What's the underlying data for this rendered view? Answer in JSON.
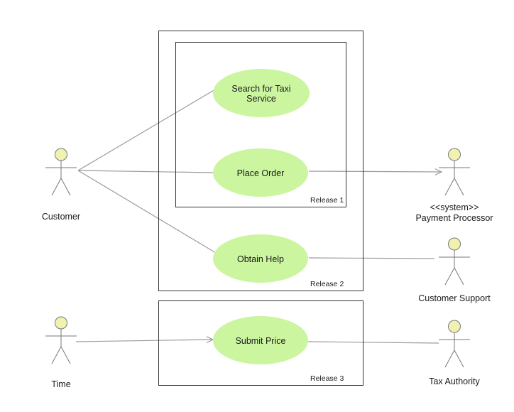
{
  "colors": {
    "usecase_fill": "#ccf5a0",
    "actor_head_fill": "#f2f2b0",
    "line": "#9b9b9b",
    "box_stroke": "#333333"
  },
  "releases": [
    {
      "id": "release-1",
      "label": "Release 1"
    },
    {
      "id": "release-2",
      "label": "Release 2"
    },
    {
      "id": "release-3",
      "label": "Release 3"
    }
  ],
  "usecases": [
    {
      "id": "search-taxi",
      "lines": [
        "Search for Taxi",
        "Service"
      ]
    },
    {
      "id": "place-order",
      "lines": [
        "Place Order"
      ]
    },
    {
      "id": "obtain-help",
      "lines": [
        "Obtain Help"
      ]
    },
    {
      "id": "submit-price",
      "lines": [
        "Submit Price"
      ]
    }
  ],
  "actors": [
    {
      "id": "customer",
      "lines": [
        "Customer"
      ]
    },
    {
      "id": "payment-processor",
      "lines": [
        "<<system>>",
        "Payment Processor"
      ]
    },
    {
      "id": "customer-support",
      "lines": [
        "Customer Support"
      ]
    },
    {
      "id": "time",
      "lines": [
        "Time"
      ]
    },
    {
      "id": "tax-authority",
      "lines": [
        "Tax Authority"
      ]
    }
  ],
  "associations": [
    {
      "from": "customer",
      "to": "search-taxi",
      "arrow": false
    },
    {
      "from": "customer",
      "to": "place-order",
      "arrow": false
    },
    {
      "from": "customer",
      "to": "obtain-help",
      "arrow": false
    },
    {
      "from": "place-order",
      "to": "payment-processor",
      "arrow": true
    },
    {
      "from": "obtain-help",
      "to": "customer-support",
      "arrow": false
    },
    {
      "from": "time",
      "to": "submit-price",
      "arrow": true
    },
    {
      "from": "submit-price",
      "to": "tax-authority",
      "arrow": false
    }
  ]
}
